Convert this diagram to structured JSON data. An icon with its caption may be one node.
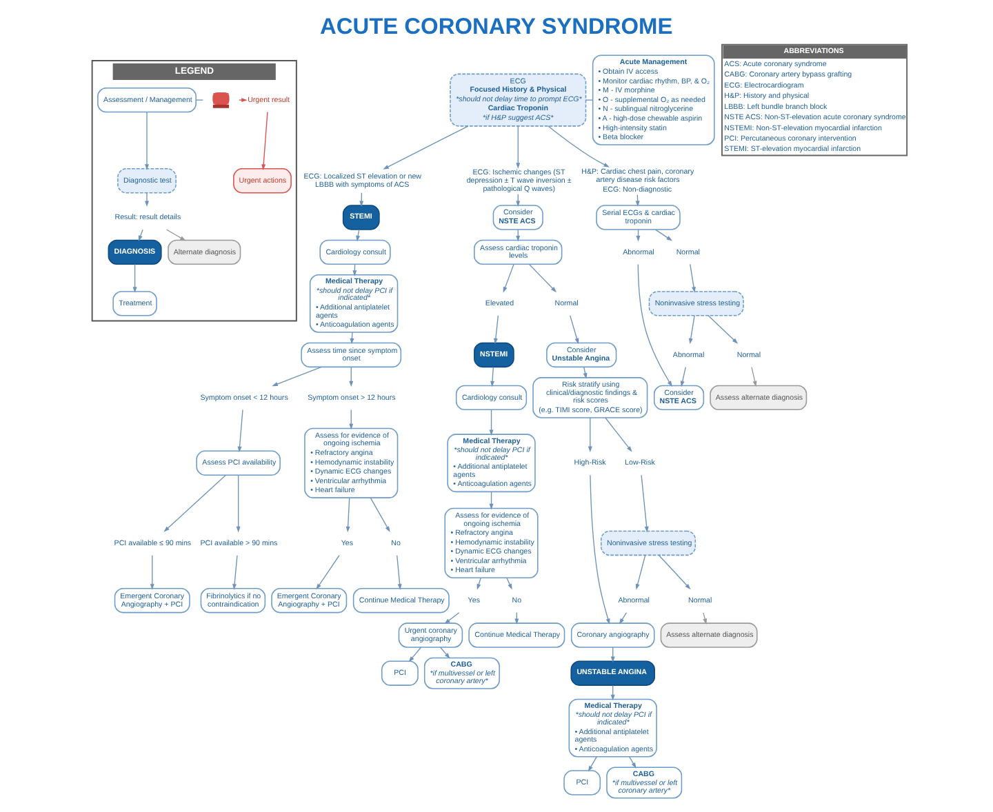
{
  "diagram": {
    "title": "ACUTE CORONARY SYNDROME",
    "nodes": [
      {
        "text": [
          "LEGEND"
        ]
      },
      {
        "text": [
          "Assessment / Management"
        ],
        "in": 0
      },
      {
        "text": [],
        "shape": "picture",
        "in": 0
      },
      {
        "text": [
          "Urgent result"
        ],
        "in": 0
      },
      {
        "text": [
          "Urgent actions"
        ],
        "in": 0
      },
      {
        "text": [
          "Diagnostic test"
        ],
        "in": 0
      },
      {
        "text": [
          "Result: result details"
        ],
        "in": 0
      },
      {
        "text": [
          "DIAGNOSIS"
        ],
        "in": 0
      },
      {
        "text": [
          "Alternate diagnosis"
        ],
        "in": 0
      },
      {
        "text": [
          "Treatment"
        ],
        "in": 0
      },
      {
        "text": [
          "ECG",
          "Focused History & Physical",
          "*should not delay time to prompt ECG*",
          "Cardiac Troponin",
          "*if H&P suggest ACS*"
        ]
      },
      {
        "text": [
          "Acute Management",
          "• Obtain IV access",
          "• Monitor cardiac rhythm, BP, & O₂",
          "• M - IV morphine",
          "• O - supplemental O₂ as needed",
          "• N - sublingual nitroglycerine",
          "• A - high-dose chewable aspirin",
          "• High-intensity statin",
          "• Beta blocker"
        ]
      },
      {
        "text": [
          "ABBREVIATIONS",
          "ACS: Acute coronary syndrome",
          "CABG: Coronary artery bypass grafting",
          "ECG: Electrocardiogram",
          "H&P: History and physical",
          "LBBB: Left bundle branch block",
          "NSTE ACS: Non-ST-elevation acute coronary syndrome",
          "NSTEMI: Non-ST-elevation myocardial infarction",
          "PCI: Percutaneous coronary intervention",
          "STEMI: ST-elevation myocardial infarction"
        ]
      },
      {
        "text": [
          "ECG: Localized ST elevation or new LBBB with symptoms of ACS"
        ]
      },
      {
        "text": [
          "ECG: Ischemic changes (ST depression ± T wave inversion ± pathological Q waves)"
        ]
      },
      {
        "text": [
          "H&P: Cardiac chest pain, coronary artery disease risk factors",
          "ECG: Non-diagnostic"
        ]
      },
      {
        "text": [
          "STEMI"
        ]
      },
      {
        "text": [
          "Cardiology consult"
        ]
      },
      {
        "text": [
          "Medical Therapy",
          "*should not delay PCI if indicated*",
          "• Additional antiplatelet agents",
          "• Anticoagulation agents"
        ]
      },
      {
        "text": [
          "Assess time since symptom onset"
        ]
      },
      {
        "text": [
          "Symptom onset < 12 hours"
        ]
      },
      {
        "text": [
          "Symptom onset > 12 hours"
        ]
      },
      {
        "text": [
          "Assess PCI availability"
        ]
      },
      {
        "text": [
          "PCI available ≤ 90 mins"
        ]
      },
      {
        "text": [
          "PCI available > 90 mins"
        ]
      },
      {
        "text": [
          "Emergent Coronary Angiography + PCI"
        ]
      },
      {
        "text": [
          "Fibrinolytics if no contraindication"
        ]
      },
      {
        "text": [
          "Assess for evidence of ongoing ischemia",
          "• Refractory angina",
          "• Hemodynamic instability",
          "• Dynamic ECG changes",
          "• Ventricular arrhythmia",
          "• Heart failure"
        ]
      },
      {
        "text": [
          "Yes"
        ]
      },
      {
        "text": [
          "No"
        ]
      },
      {
        "text": [
          "Emergent Coronary Angiography + PCI"
        ]
      },
      {
        "text": [
          "Continue Medical Therapy"
        ]
      },
      {
        "text": [
          "Consider",
          "NSTE ACS"
        ]
      },
      {
        "text": [
          "Assess cardiac troponin levels"
        ]
      },
      {
        "text": [
          "Elevated"
        ]
      },
      {
        "text": [
          "Normal"
        ]
      },
      {
        "text": [
          "NSTEMI"
        ]
      },
      {
        "text": [
          "Cardiology consult"
        ]
      },
      {
        "text": [
          "Medical Therapy",
          "*should not delay PCI if indicated*",
          "• Additional antiplatelet agents",
          "• Anticoagulation agents"
        ]
      },
      {
        "text": [
          "Assess for evidence of ongoing ischemia",
          "• Refractory angina",
          "• Hemodynamic instability",
          "• Dynamic ECG changes",
          "• Ventricular arrhythmia",
          "• Heart failure"
        ]
      },
      {
        "text": [
          "Yes"
        ]
      },
      {
        "text": [
          "No"
        ]
      },
      {
        "text": [
          "Urgent coronary angiography"
        ]
      },
      {
        "text": [
          "Continue Medical Therapy"
        ]
      },
      {
        "text": [
          "PCI"
        ]
      },
      {
        "text": [
          "CABG",
          "*if multivessel or left coronary artery*"
        ]
      },
      {
        "text": [
          "Consider",
          "Unstable Angina"
        ]
      },
      {
        "text": [
          "Risk stratify using clinical/diagnostic findings & risk scores",
          "(e.g. TIMI score, GRACE score)"
        ]
      },
      {
        "text": [
          "High-Risk"
        ]
      },
      {
        "text": [
          "Low-Risk"
        ]
      },
      {
        "text": [
          "Noninvasive stress testing"
        ]
      },
      {
        "text": [
          "Abnormal"
        ]
      },
      {
        "text": [
          "Normal"
        ]
      },
      {
        "text": [
          "Coronary angiography"
        ]
      },
      {
        "text": [
          "Assess alternate diagnosis"
        ]
      },
      {
        "text": [
          "UNSTABLE ANGINA"
        ]
      },
      {
        "text": [
          "Medical Therapy",
          "*should not delay PCI if indicated*",
          "• Additional antiplatelet agents",
          "• Anticoagulation agents"
        ]
      },
      {
        "text": [
          "PCI"
        ]
      },
      {
        "text": [
          "CABG",
          "*if multivessel or left coronary artery*"
        ]
      },
      {
        "text": [
          "Serial ECGs & cardiac troponin"
        ]
      },
      {
        "text": [
          "Abnormal"
        ]
      },
      {
        "text": [
          "Normal"
        ]
      },
      {
        "text": [
          "Noninvasive stress testing"
        ]
      },
      {
        "text": [
          "Abnormal"
        ]
      },
      {
        "text": [
          "Normal"
        ]
      },
      {
        "text": [
          "Consider",
          "NSTE ACS"
        ]
      },
      {
        "text": [
          "Assess alternate diagnosis"
        ]
      }
    ],
    "edges": [
      {
        "from": 1,
        "to": 5,
        "arrow": "to"
      },
      {
        "from": 1,
        "to": 2,
        "arrow": "none"
      },
      {
        "from": 2,
        "to": 3,
        "arrow": "to",
        "color": "#d9534f"
      },
      {
        "from": 3,
        "to": 4,
        "arrow": "to",
        "color": "#d9534f"
      },
      {
        "from": 5,
        "to": 6,
        "arrow": "to"
      },
      {
        "from": 6,
        "to": 7,
        "arrow": "to"
      },
      {
        "from": 6,
        "to": 8,
        "arrow": "to",
        "color": "#9a9a9a"
      },
      {
        "from": 7,
        "to": 9,
        "arrow": "to"
      },
      {
        "from": 10,
        "to": 11,
        "arrow": "none"
      },
      {
        "from": 10,
        "to": 13,
        "arrow": "to"
      },
      {
        "from": 10,
        "to": 14,
        "arrow": "to"
      },
      {
        "from": 10,
        "to": 15,
        "arrow": "to"
      },
      {
        "from": 13,
        "to": 16,
        "arrow": "to"
      },
      {
        "from": 16,
        "to": 17,
        "arrow": "to"
      },
      {
        "from": 17,
        "to": 18,
        "arrow": "to"
      },
      {
        "from": 18,
        "to": 19,
        "arrow": "to"
      },
      {
        "from": 19,
        "to": 20,
        "arrow": "to"
      },
      {
        "from": 19,
        "to": 21,
        "arrow": "to"
      },
      {
        "from": 20,
        "to": 22,
        "arrow": "to"
      },
      {
        "from": 22,
        "to": 23,
        "arrow": "to"
      },
      {
        "from": 22,
        "to": 24,
        "arrow": "to"
      },
      {
        "from": 23,
        "to": 25,
        "arrow": "to"
      },
      {
        "from": 24,
        "to": 26,
        "arrow": "to"
      },
      {
        "from": 21,
        "to": 27,
        "arrow": "to"
      },
      {
        "from": 27,
        "to": 28,
        "arrow": "to"
      },
      {
        "from": 27,
        "to": 29,
        "arrow": "to"
      },
      {
        "from": 28,
        "to": 30,
        "arrow": "to"
      },
      {
        "from": 29,
        "to": 31,
        "arrow": "to"
      },
      {
        "from": 14,
        "to": 32,
        "arrow": "to"
      },
      {
        "from": 32,
        "to": 33,
        "arrow": "to"
      },
      {
        "from": 33,
        "to": 34,
        "arrow": "to"
      },
      {
        "from": 33,
        "to": 35,
        "arrow": "to"
      },
      {
        "from": 34,
        "to": 36,
        "arrow": "to"
      },
      {
        "from": 36,
        "to": 37,
        "arrow": "to"
      },
      {
        "from": 37,
        "to": 38,
        "arrow": "to"
      },
      {
        "from": 38,
        "to": 39,
        "arrow": "to"
      },
      {
        "from": 39,
        "to": 40,
        "arrow": "to"
      },
      {
        "from": 39,
        "to": 41,
        "arrow": "to"
      },
      {
        "from": 40,
        "to": 42,
        "arrow": "to"
      },
      {
        "from": 41,
        "to": 43,
        "arrow": "to"
      },
      {
        "from": 42,
        "to": 44,
        "arrow": "to"
      },
      {
        "from": 42,
        "to": 45,
        "arrow": "to"
      },
      {
        "from": 35,
        "to": 46,
        "arrow": "to"
      },
      {
        "from": 46,
        "to": 47,
        "arrow": "to"
      },
      {
        "from": 47,
        "to": 48,
        "arrow": "to"
      },
      {
        "from": 47,
        "to": 49,
        "arrow": "to"
      },
      {
        "from": 48,
        "to": 53,
        "arrow": "to"
      },
      {
        "from": 49,
        "to": 50,
        "arrow": "to"
      },
      {
        "from": 50,
        "to": 51,
        "arrow": "to"
      },
      {
        "from": 50,
        "to": 52,
        "arrow": "to"
      },
      {
        "from": 51,
        "to": 53,
        "arrow": "to"
      },
      {
        "from": 52,
        "to": 54,
        "arrow": "to",
        "color": "#9a9a9a"
      },
      {
        "from": 53,
        "to": 55,
        "arrow": "to"
      },
      {
        "from": 55,
        "to": 56,
        "arrow": "to"
      },
      {
        "from": 56,
        "to": 57,
        "arrow": "to"
      },
      {
        "from": 56,
        "to": 58,
        "arrow": "to"
      },
      {
        "from": 15,
        "to": 59,
        "arrow": "to"
      },
      {
        "from": 59,
        "to": 60,
        "arrow": "to"
      },
      {
        "from": 59,
        "to": 61,
        "arrow": "to"
      },
      {
        "from": 60,
        "to": 65,
        "arrow": "to"
      },
      {
        "from": 61,
        "to": 62,
        "arrow": "to"
      },
      {
        "from": 62,
        "to": 63,
        "arrow": "to"
      },
      {
        "from": 62,
        "to": 64,
        "arrow": "to"
      },
      {
        "from": 63,
        "to": 65,
        "arrow": "to"
      },
      {
        "from": 64,
        "to": 66,
        "arrow": "to",
        "color": "#9a9a9a"
      }
    ]
  }
}
